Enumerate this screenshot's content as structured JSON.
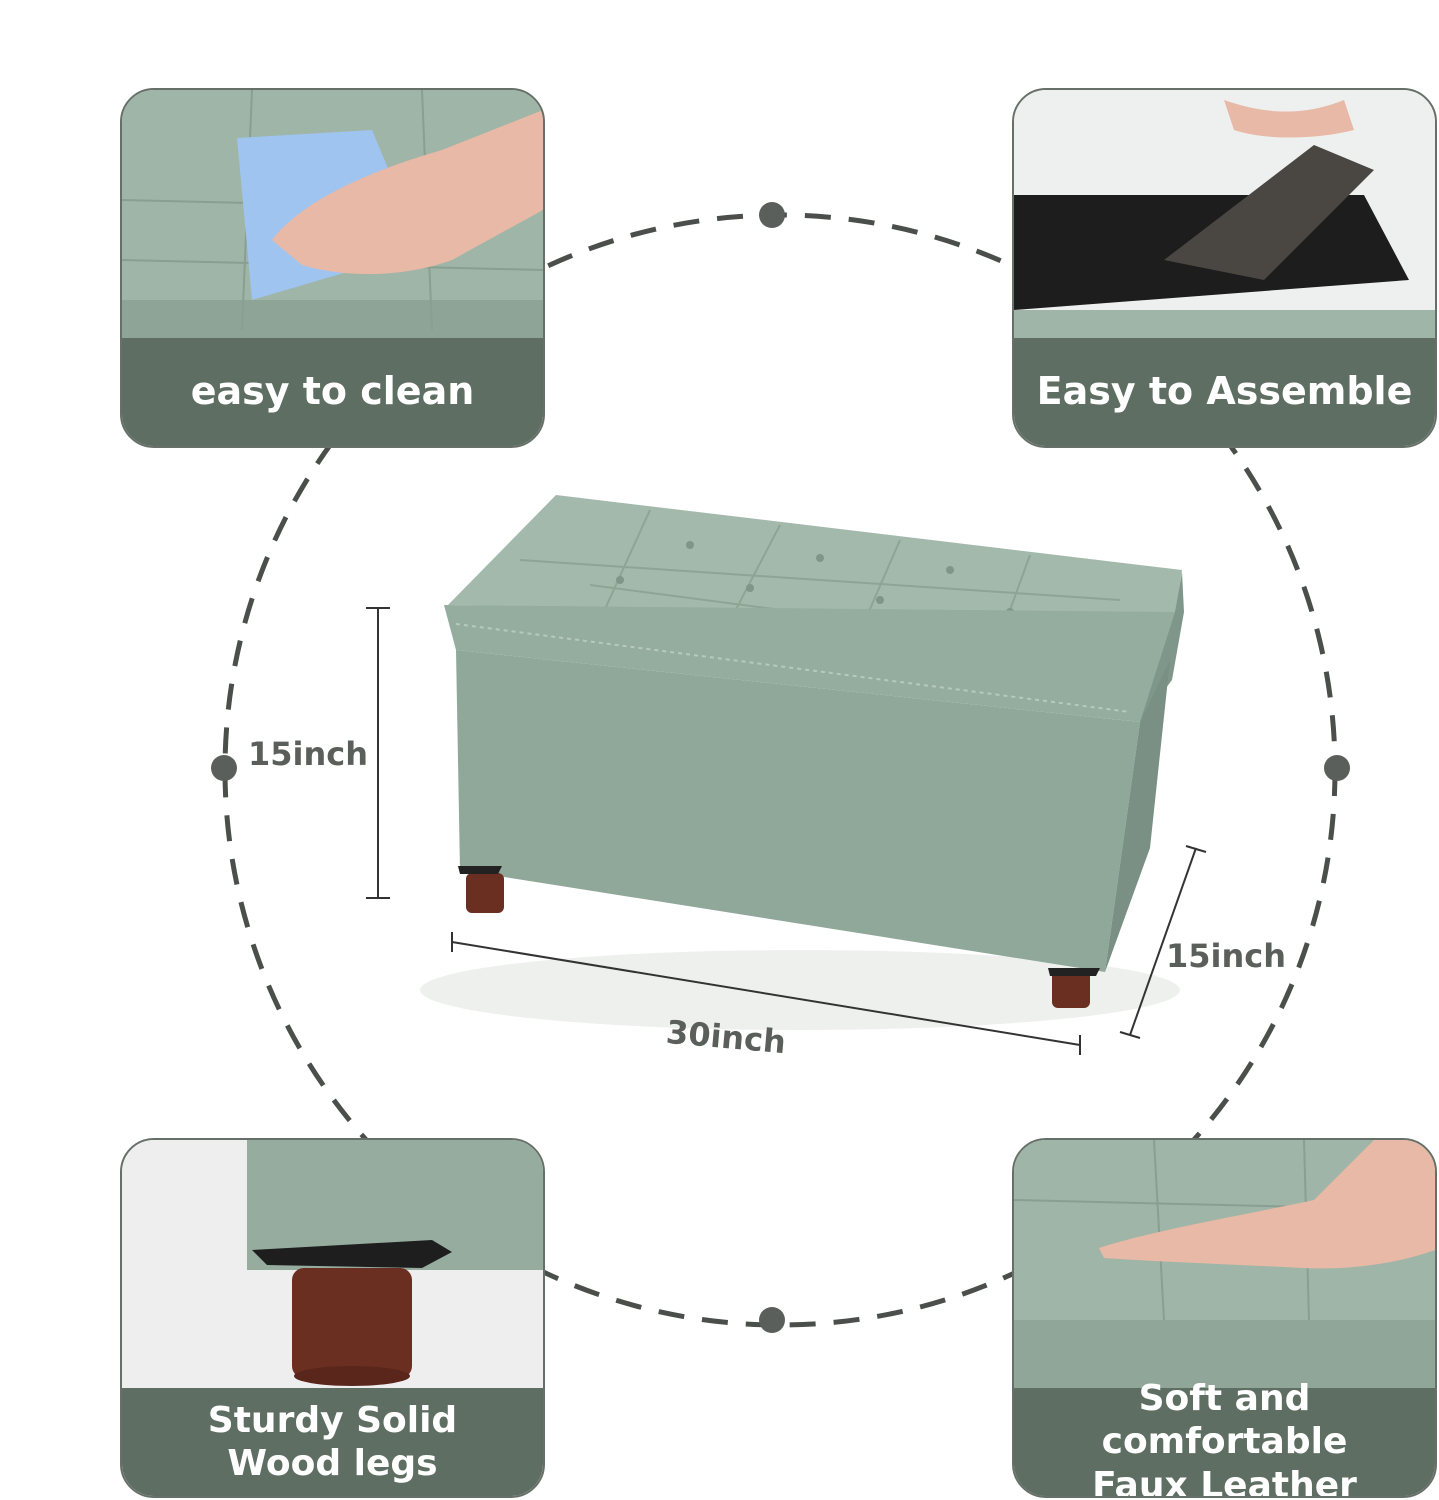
{
  "features": {
    "top_left": {
      "lines": [
        "easy to clean"
      ]
    },
    "top_right": {
      "lines": [
        "Easy to Assemble"
      ]
    },
    "bottom_left": {
      "lines": [
        "Sturdy Solid",
        "Wood legs"
      ]
    },
    "bottom_right": {
      "lines": [
        "Soft and comfortable",
        "Faux Leather"
      ]
    }
  },
  "dimensions": {
    "height": "15inch",
    "depth": "15inch",
    "width": "30inch"
  },
  "colors": {
    "ottoman_green": "#8fa89a",
    "caption_band": "#5f6e62",
    "legs_wood": "#6b2f22",
    "dashed_ring": "#4a4f4c"
  }
}
